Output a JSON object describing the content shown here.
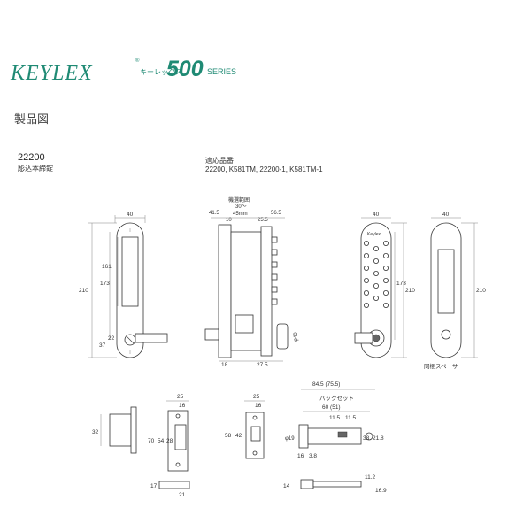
{
  "brand": {
    "logo_text": "KEYLEX",
    "reg_mark": "®",
    "kana": "キーレックス",
    "series_number": "500",
    "series_word": "SERIES"
  },
  "page": {
    "section_title": "製品図",
    "model_code": "22200",
    "model_name": "彫込本締錠",
    "compat_label": "適応品番",
    "compat_list": "22200, K581TM, 22200-1, K581TM-1"
  },
  "colors": {
    "brand": "#1f8a74",
    "line": "#444444",
    "rule": "#b8b8b8"
  },
  "dimensions": {
    "front": {
      "width": "40",
      "total_height": "210",
      "upper": "173",
      "middle": "161",
      "lower": "37",
      "knob": "22"
    },
    "side": {
      "door_thickness": "30～",
      "door_max": "45mm",
      "door_label": "機選範囲",
      "left_offset": "41.5",
      "left_gap": "10",
      "right_offset": "56.5",
      "right_gap": "25.5",
      "bottom_left": "18",
      "bottom_right": "27.5",
      "cylinder_dia": "φ40"
    },
    "rear": {
      "width": "40",
      "upper": "173",
      "total_height": "210",
      "logo": "Keylex"
    },
    "spacer": {
      "width": "40",
      "total_height": "210",
      "caption": "同梱スペーサー"
    },
    "strike_left": {
      "depth": "32"
    },
    "strike_plate": {
      "top": "25",
      "top_inner": "16",
      "h1": "70",
      "h2": "54",
      "h3": "28",
      "foot_top": "17",
      "foot_bottom": "21"
    },
    "face_plate": {
      "top": "25",
      "top_inner": "16",
      "h1": "58",
      "h2": "42"
    },
    "bolt": {
      "total": "84.5 (75.5)",
      "backset_label": "バックセット",
      "backset": "60 (51)",
      "gap1": "11.5",
      "gap2": "11.5",
      "dia": "φ19",
      "h1": "38",
      "h2": "21.8",
      "bottom1": "16",
      "bottom2": "3.8",
      "side_h": "14",
      "side_r1": "11.2",
      "side_r2": "16.9"
    }
  }
}
